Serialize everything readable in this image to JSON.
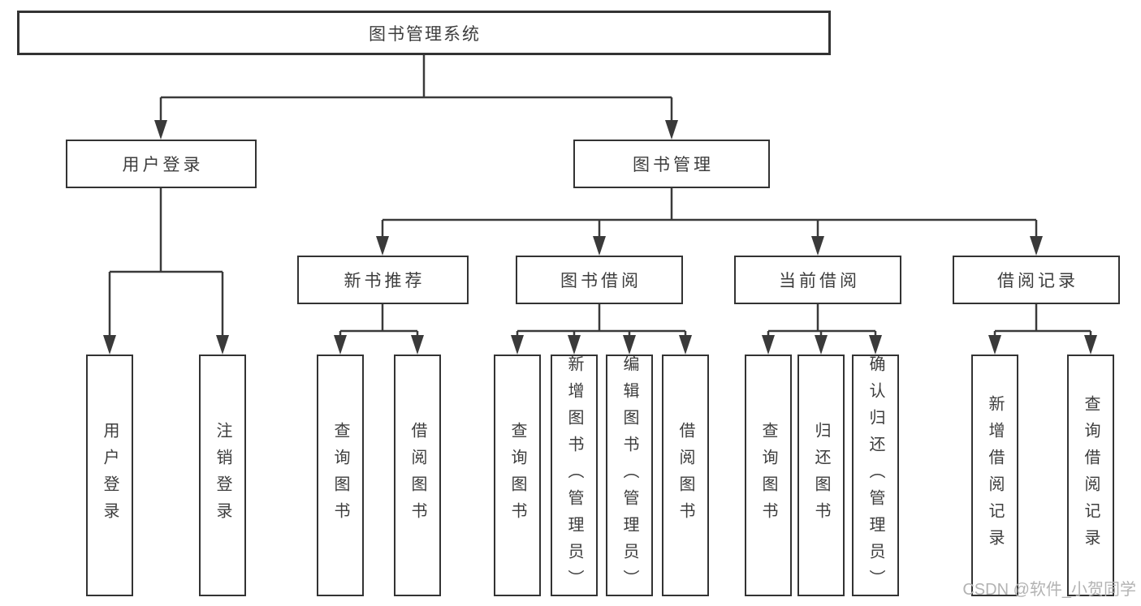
{
  "tree": {
    "root": {
      "label": "图书管理系统"
    },
    "level2": [
      {
        "label": "用户登录"
      },
      {
        "label": "图书管理"
      }
    ],
    "level3": [
      {
        "label": "新书推荐"
      },
      {
        "label": "图书借阅"
      },
      {
        "label": "当前借阅"
      },
      {
        "label": "借阅记录"
      }
    ],
    "leaves": {
      "user_login": [
        "用户登录",
        "注销登录"
      ],
      "new_book": [
        "查询图书",
        "借阅图书"
      ],
      "book_borrow": [
        "查询图书",
        "新增图书（管理员）",
        "编辑图书（管理员）",
        "借阅图书"
      ],
      "current_borrow": [
        "查询图书",
        "归还图书",
        "确认归还（管理员）"
      ],
      "borrow_record": [
        "新增借阅记录",
        "查询借阅记录"
      ]
    }
  },
  "watermark": "CSDN @软件_小贺同学",
  "colors": {
    "line": "#3a3a3a",
    "box_border": "#333333",
    "text": "#3d3d3d",
    "watermark": "#b3b3b3"
  }
}
